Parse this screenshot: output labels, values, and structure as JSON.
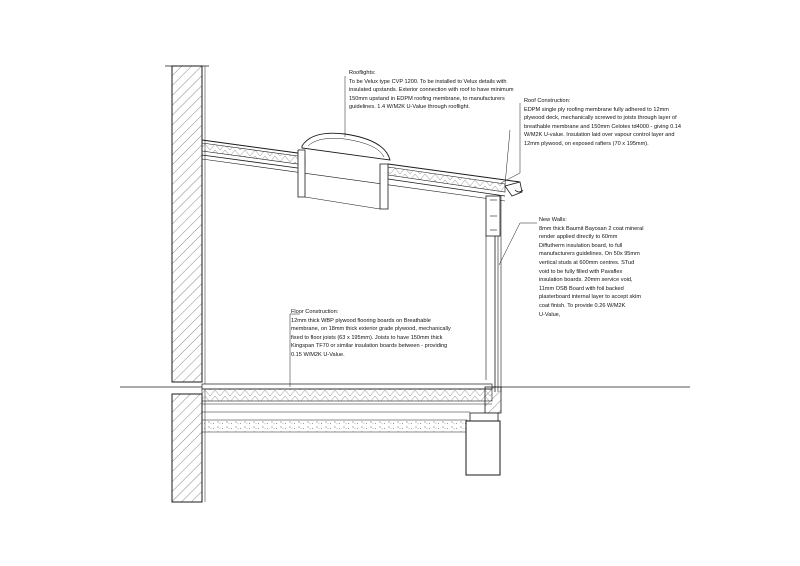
{
  "notes": {
    "rooflights": {
      "title": "Rooflights:",
      "body": "To be Velux type CVP 1200. To be installed to Velux details with\ninsulated upstands. Exterior connection with roof to have minimum\n150mm upstand in EDPM roofing membrane, to manufacturers\nguidelines. 1.4 W/M2K U-Value through rooflight."
    },
    "roof_construction": {
      "title": "Roof Construction:",
      "body": "EDPM single ply roofing membrane fully adhered to 12mm\nplywood deck, mechanically screwed to joists through layer of\nbreathable membrane and 150mm Celotex td4000 - giving 0.14\nW/M2K U-value. Insulation laid over vapour control layer and\n12mm plywood, on exposed rafters (70 x 195mm)."
    },
    "new_walls": {
      "title": "New Walls:",
      "body": "8mm thick Baumit Bayosan 2 coat mineral\nrender applied directly to 60mm\nDiffutherm insulation board, to full\nmanufacturers guidelines. On 50x 95mm\nvertical studs at 600mm centres. STud\nvoid to be fully filled with Pavaflex\ninsulation boards. 20mm service void,\n11mm OSB Board with foil backed\nplasterboard internal layer to accept skim\ncoat finish. To provide 0.26 W/M2K\nU-Value,"
    },
    "floor_construction": {
      "title": "Floor Construction:",
      "body": "12mm thick WBP plywood flooring boards on Breathable\nmembrane, on 18mm thick exterior grade plywood, mechanically\nfixed to floor joists (63 x 195mm). Joists to have 150mm thick\nKingspan TF70 or similar insulation boards between - providing\n0.15 W/M2K U-Value."
    }
  },
  "colors": {
    "line": "#1a1a1a",
    "hatch": "#555555",
    "background": "#ffffff"
  }
}
